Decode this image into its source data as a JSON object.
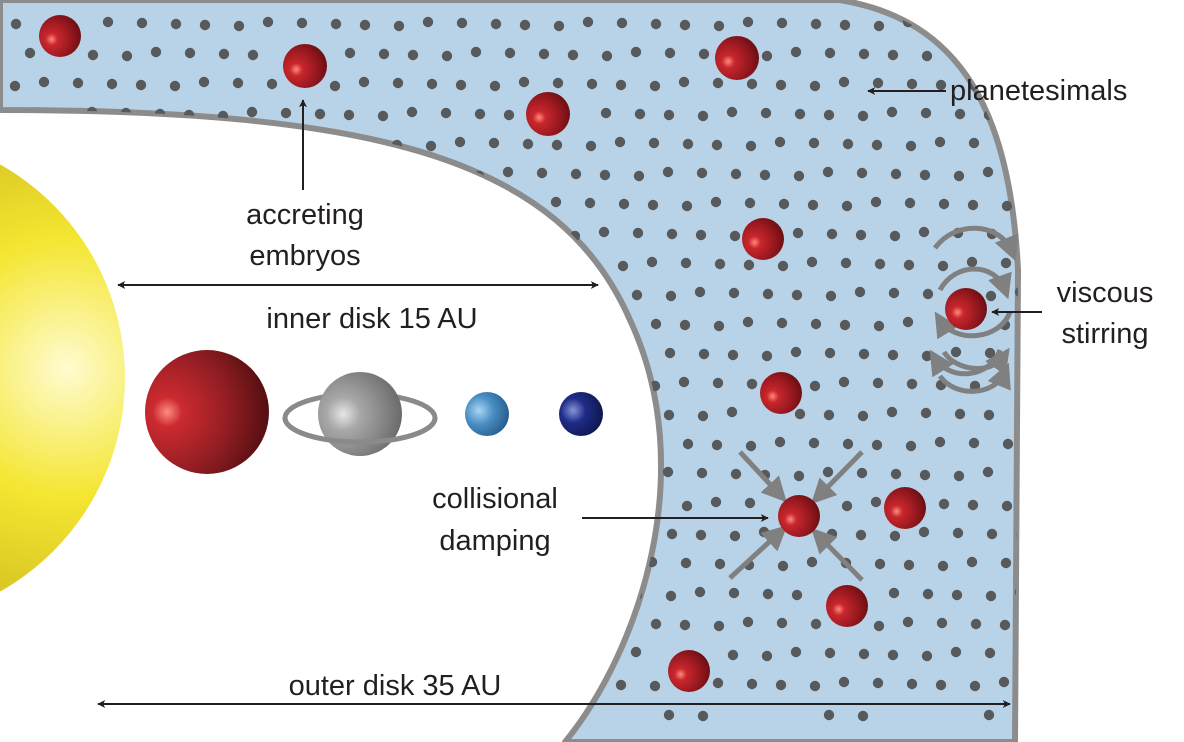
{
  "labels": {
    "planetesimals": "planetesimals",
    "accreting_line1": "accreting",
    "accreting_line2": "embryos",
    "inner_disk": "inner disk 15 AU",
    "viscous_line1": "viscous",
    "viscous_line2": "stirring",
    "collisional_line1": "collisional",
    "collisional_line2": "damping",
    "outer_disk": "outer disk 35 AU"
  },
  "colors": {
    "disk_fill": "#b8d3e8",
    "disk_edge": "#8c8c8c",
    "planetesimal": "#58595b",
    "embryo": "#9b1c22",
    "sun": "#f2e21a",
    "gas_giant_red": "#a8242a",
    "ringed_planet": "#8f8f8f",
    "ice_giant_light": "#4a8fc4",
    "ice_giant_dark": "#1b2470",
    "arrow_gray": "#808080",
    "text": "#231f20"
  },
  "icons": [
    "sun-icon",
    "red-giant-planet-icon",
    "ringed-planet-icon",
    "light-blue-planet-icon",
    "dark-blue-planet-icon",
    "embryo-icon",
    "planetesimal-dot"
  ]
}
